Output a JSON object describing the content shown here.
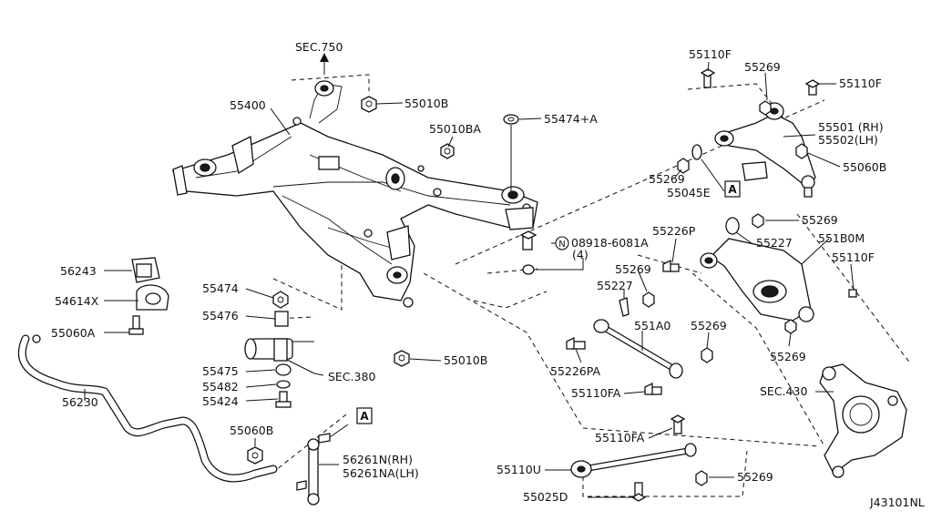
{
  "diagram": {
    "code": "J43101NL",
    "callouts": {
      "sec750": "SEC.750",
      "p55400": "55400",
      "p55010B_top": "55010B",
      "p55010BA": "55010BA",
      "p55474A": "55474+A",
      "p56243": "56243",
      "p54614X": "54614X",
      "p55060A": "55060A",
      "p55474": "55474",
      "p55476": "55476",
      "p55475": "55475",
      "p55482": "55482",
      "p55424": "55424",
      "sec380": "SEC.380",
      "p55010B_bot": "55010B",
      "p56230": "56230",
      "p55060B_left": "55060B",
      "p56261N": "56261N(RH)",
      "p56261NA": "56261NA(LH)",
      "p55110F_top": "55110F",
      "p55269_top": "55269",
      "p55110F_right": "55110F",
      "p55501": "55501 (RH)",
      "p55502": "55502(LH)",
      "p55060B_right": "55060B",
      "p55269_mid": "55269",
      "p55045E": "55045E",
      "bolt_number": "08918-6081A",
      "bolt_qty": "(4)",
      "bolt_circle": "N",
      "p55226P": "55226P",
      "p55269_b": "55269",
      "p55227_right": "55227",
      "p551B0M": "551B0M",
      "p55110F_low": "55110F",
      "p55269_c": "55269",
      "p55227_left": "55227",
      "p551A0": "551A0",
      "p55269_d": "55269",
      "p55269_e": "55269",
      "p55226PA": "55226PA",
      "p55110FA_top": "55110FA",
      "sec430": "SEC.430",
      "p55110FA_bot": "55110FA",
      "p55110U": "55110U",
      "p55269_f": "55269",
      "p55025D": "55025D",
      "ref_A": "A"
    }
  }
}
